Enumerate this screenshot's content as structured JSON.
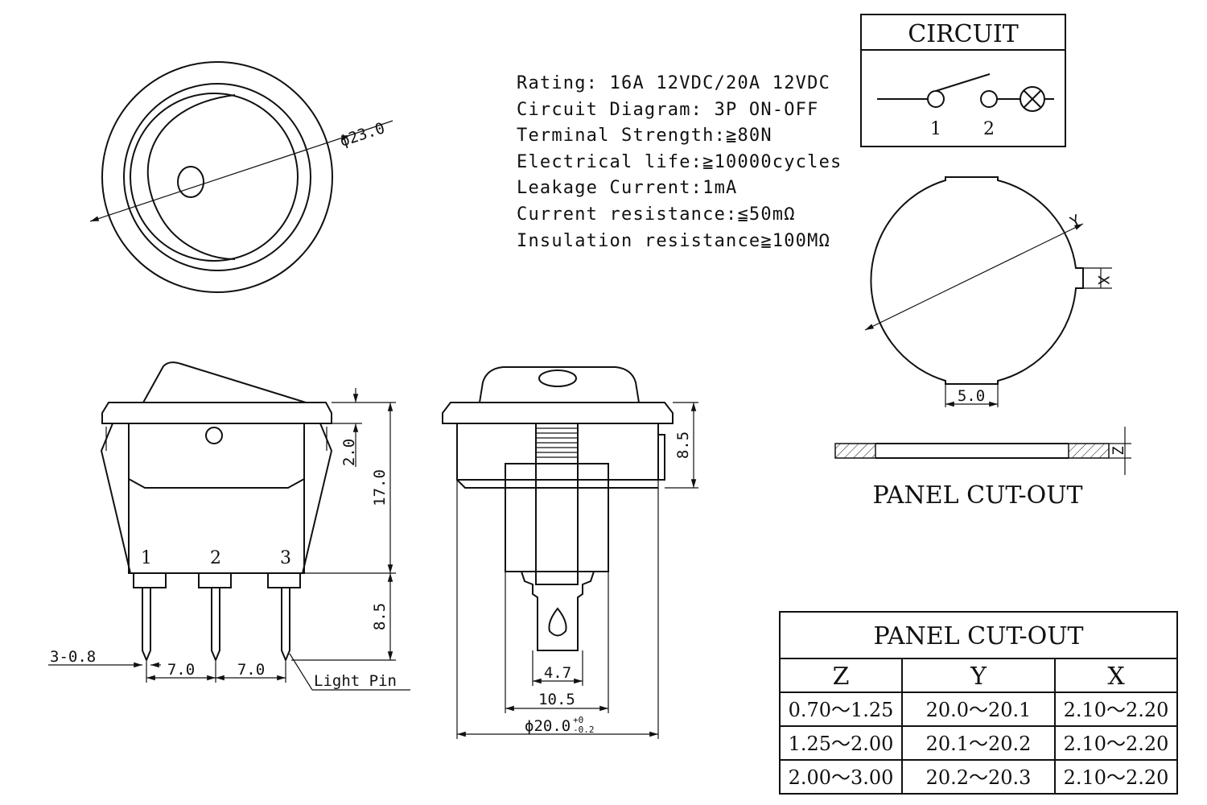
{
  "specs": [
    "Rating: 16A 12VDC/20A 12VDC",
    "Circuit Diagram: 3P ON-OFF",
    "Terminal Strength:≧80N",
    "Electrical life:≧10000cycles",
    "Leakage Current:1mA",
    "Current resistance:≦50mΩ",
    "Insulation resistance≧100MΩ"
  ],
  "circuit": {
    "title": "CIRCUIT",
    "terminal_1": "1",
    "terminal_2": "2"
  },
  "top_view": {
    "diameter_label": "ϕ23.0"
  },
  "front_view": {
    "terminals": [
      "1",
      "2",
      "3"
    ],
    "dim_2_0": "2.0",
    "dim_17_0": "17.0",
    "dim_8_5": "8.5",
    "pin_width": "3-0.8",
    "pitch_1": "7.0",
    "pitch_2": "7.0",
    "light_pin": "Light Pin"
  },
  "side_view": {
    "dim_8_5": "8.5",
    "dim_4_7": "4.7",
    "dim_10_5": "10.5",
    "diameter": "ϕ20.0",
    "tol_plus": "+0",
    "tol_minus": "-0.2"
  },
  "cutout_view": {
    "y": "Y",
    "x": "X",
    "tab_width": "5.0",
    "z": "Z",
    "label": "PANEL CUT-OUT"
  },
  "table": {
    "title": "PANEL CUT-OUT",
    "headers": [
      "Z",
      "Y",
      "X"
    ],
    "rows": [
      [
        "0.70～1.25",
        "20.0～20.1",
        "2.10～2.20"
      ],
      [
        "1.25～2.00",
        "20.1～20.2",
        "2.10～2.20"
      ],
      [
        "2.00～3.00",
        "20.2～20.3",
        "2.10～2.20"
      ]
    ]
  }
}
